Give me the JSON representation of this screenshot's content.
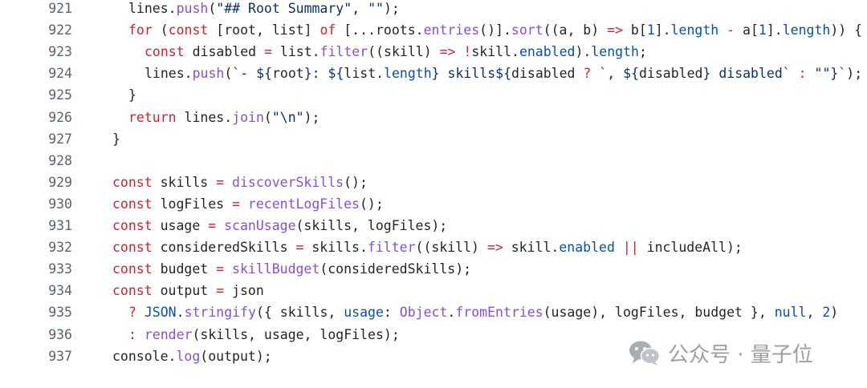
{
  "code_lines": [
    {
      "number": "921",
      "indent": 1,
      "tokens": [
        [
          "lines.",
          "plain"
        ],
        [
          "push",
          "fn"
        ],
        [
          "(",
          "plain"
        ],
        [
          "\"## Root Summary\"",
          "str"
        ],
        [
          ", ",
          "plain"
        ],
        [
          "\"\"",
          "str"
        ],
        [
          ");",
          "plain"
        ]
      ]
    },
    {
      "number": "922",
      "indent": 1,
      "tokens": [
        [
          "for",
          "kw"
        ],
        [
          " (",
          "plain"
        ],
        [
          "const",
          "kw"
        ],
        [
          " [root, list] ",
          "plain"
        ],
        [
          "of",
          "kw"
        ],
        [
          " [...roots.",
          "plain"
        ],
        [
          "entries",
          "fn"
        ],
        [
          "()].",
          "plain"
        ],
        [
          "sort",
          "fn"
        ],
        [
          "((a, b) ",
          "plain"
        ],
        [
          "=>",
          "kw"
        ],
        [
          " b[",
          "plain"
        ],
        [
          "1",
          "num"
        ],
        [
          "].",
          "plain"
        ],
        [
          "length",
          "prop"
        ],
        [
          " ",
          "plain"
        ],
        [
          "-",
          "kw"
        ],
        [
          " a[",
          "plain"
        ],
        [
          "1",
          "num"
        ],
        [
          "].",
          "plain"
        ],
        [
          "length",
          "prop"
        ],
        [
          ")) {",
          "plain"
        ]
      ]
    },
    {
      "number": "923",
      "indent": 2,
      "tokens": [
        [
          "const",
          "kw"
        ],
        [
          " disabled ",
          "plain"
        ],
        [
          "=",
          "kw"
        ],
        [
          " list.",
          "plain"
        ],
        [
          "filter",
          "fn"
        ],
        [
          "((skill) ",
          "plain"
        ],
        [
          "=>",
          "kw"
        ],
        [
          " ",
          "plain"
        ],
        [
          "!",
          "kw"
        ],
        [
          "skill.",
          "plain"
        ],
        [
          "enabled",
          "prop"
        ],
        [
          ").",
          "plain"
        ],
        [
          "length",
          "prop"
        ],
        [
          ";",
          "plain"
        ]
      ]
    },
    {
      "number": "924",
      "indent": 2,
      "tokens": [
        [
          "lines.",
          "plain"
        ],
        [
          "push",
          "fn"
        ],
        [
          "(",
          "plain"
        ],
        [
          "`- ${",
          "str"
        ],
        [
          "root",
          "plain"
        ],
        [
          "}: ${",
          "str"
        ],
        [
          "list.",
          "plain"
        ],
        [
          "length",
          "prop"
        ],
        [
          "} skills${",
          "str"
        ],
        [
          "disabled ",
          "plain"
        ],
        [
          "?",
          "kw"
        ],
        [
          " ",
          "plain"
        ],
        [
          "`, ${",
          "str"
        ],
        [
          "disabled",
          "plain"
        ],
        [
          "} disabled`",
          "str"
        ],
        [
          " ",
          "plain"
        ],
        [
          ":",
          "kw"
        ],
        [
          " ",
          "plain"
        ],
        [
          "\"\"",
          "str"
        ],
        [
          "}`",
          "str"
        ],
        [
          ");",
          "plain"
        ]
      ]
    },
    {
      "number": "925",
      "indent": 1,
      "tokens": [
        [
          "}",
          "plain"
        ]
      ]
    },
    {
      "number": "926",
      "indent": 1,
      "tokens": [
        [
          "return",
          "kw"
        ],
        [
          " lines.",
          "plain"
        ],
        [
          "join",
          "fn"
        ],
        [
          "(",
          "plain"
        ],
        [
          "\"\\n\"",
          "str"
        ],
        [
          ");",
          "plain"
        ]
      ]
    },
    {
      "number": "927",
      "indent": 0,
      "tokens": [
        [
          "}",
          "plain"
        ]
      ]
    },
    {
      "number": "928",
      "indent": 0,
      "tokens": []
    },
    {
      "number": "929",
      "indent": 0,
      "tokens": [
        [
          "const",
          "kw"
        ],
        [
          " skills ",
          "plain"
        ],
        [
          "=",
          "kw"
        ],
        [
          " ",
          "plain"
        ],
        [
          "discoverSkills",
          "fn"
        ],
        [
          "();",
          "plain"
        ]
      ]
    },
    {
      "number": "930",
      "indent": 0,
      "tokens": [
        [
          "const",
          "kw"
        ],
        [
          " logFiles ",
          "plain"
        ],
        [
          "=",
          "kw"
        ],
        [
          " ",
          "plain"
        ],
        [
          "recentLogFiles",
          "fn"
        ],
        [
          "();",
          "plain"
        ]
      ]
    },
    {
      "number": "931",
      "indent": 0,
      "tokens": [
        [
          "const",
          "kw"
        ],
        [
          " usage ",
          "plain"
        ],
        [
          "=",
          "kw"
        ],
        [
          " ",
          "plain"
        ],
        [
          "scanUsage",
          "fn"
        ],
        [
          "(skills, logFiles);",
          "plain"
        ]
      ]
    },
    {
      "number": "932",
      "indent": 0,
      "tokens": [
        [
          "const",
          "kw"
        ],
        [
          " consideredSkills ",
          "plain"
        ],
        [
          "=",
          "kw"
        ],
        [
          " skills.",
          "plain"
        ],
        [
          "filter",
          "fn"
        ],
        [
          "((skill) ",
          "plain"
        ],
        [
          "=>",
          "kw"
        ],
        [
          " skill.",
          "plain"
        ],
        [
          "enabled",
          "prop"
        ],
        [
          " ",
          "plain"
        ],
        [
          "||",
          "kw"
        ],
        [
          " includeAll);",
          "plain"
        ]
      ]
    },
    {
      "number": "933",
      "indent": 0,
      "tokens": [
        [
          "const",
          "kw"
        ],
        [
          " budget ",
          "plain"
        ],
        [
          "=",
          "kw"
        ],
        [
          " ",
          "plain"
        ],
        [
          "skillBudget",
          "fn"
        ],
        [
          "(consideredSkills);",
          "plain"
        ]
      ]
    },
    {
      "number": "934",
      "indent": 0,
      "tokens": [
        [
          "const",
          "kw"
        ],
        [
          " output ",
          "plain"
        ],
        [
          "=",
          "kw"
        ],
        [
          " json",
          "plain"
        ]
      ]
    },
    {
      "number": "935",
      "indent": 1,
      "tokens": [
        [
          "?",
          "kw"
        ],
        [
          " ",
          "plain"
        ],
        [
          "JSON",
          "prop"
        ],
        [
          ".",
          "plain"
        ],
        [
          "stringify",
          "fn"
        ],
        [
          "({ skills, ",
          "plain"
        ],
        [
          "usage",
          "prop"
        ],
        [
          ": ",
          "plain"
        ],
        [
          "Object",
          "fn"
        ],
        [
          ".",
          "plain"
        ],
        [
          "fromEntries",
          "fn"
        ],
        [
          "(usage), logFiles, budget }, ",
          "plain"
        ],
        [
          "null",
          "prop"
        ],
        [
          ", ",
          "plain"
        ],
        [
          "2",
          "num"
        ],
        [
          ")",
          "plain"
        ]
      ]
    },
    {
      "number": "936",
      "indent": 1,
      "tokens": [
        [
          ":",
          "kw"
        ],
        [
          " ",
          "plain"
        ],
        [
          "render",
          "fn"
        ],
        [
          "(skills, usage, logFiles);",
          "plain"
        ]
      ]
    },
    {
      "number": "937",
      "indent": 0,
      "tokens": [
        [
          "console.",
          "plain"
        ],
        [
          "log",
          "fn"
        ],
        [
          "(output);",
          "plain"
        ]
      ]
    }
  ],
  "colors": {
    "keyword": "#cf222e",
    "function": "#8250df",
    "string": "#0a3069",
    "property": "#0550ae",
    "line_number": "#59636e"
  },
  "watermark": {
    "icon": "wechat-icon",
    "text": "公众号 · 量子位"
  }
}
